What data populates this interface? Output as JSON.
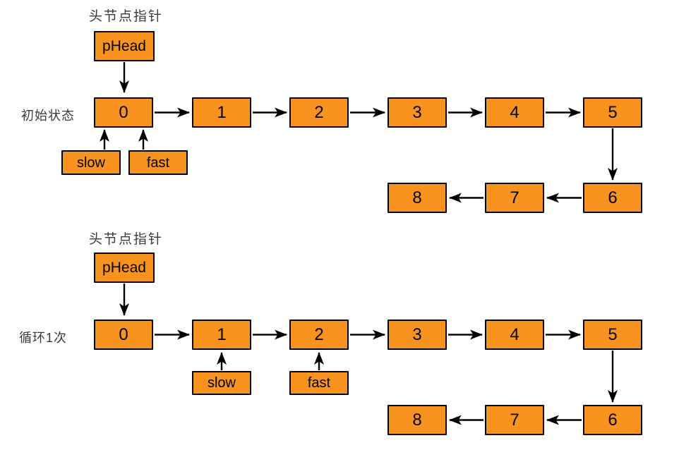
{
  "colors": {
    "node_fill": "#F7931E",
    "node_border": "#000000",
    "label_text": "#3A3A3A",
    "background": "#FFFFFF"
  },
  "diagram": {
    "type": "linked-list-two-pointer",
    "description_visible_text_only": true
  },
  "sections": [
    {
      "pointer_label": "头节点指针",
      "state_label": "初始状态",
      "head_box": "pHead",
      "nodes": [
        "0",
        "1",
        "2",
        "3",
        "4",
        "5",
        "6",
        "7",
        "8"
      ],
      "forward_links": [
        "0→1",
        "1→2",
        "2→3",
        "3→4",
        "4→5",
        "5→6"
      ],
      "backward_links": [
        "6→7",
        "7→8"
      ],
      "pointers": [
        {
          "label": "slow",
          "points_to": "0"
        },
        {
          "label": "fast",
          "points_to": "0"
        }
      ]
    },
    {
      "pointer_label": "头节点指针",
      "state_label": "循环1次",
      "head_box": "pHead",
      "nodes": [
        "0",
        "1",
        "2",
        "3",
        "4",
        "5",
        "6",
        "7",
        "8"
      ],
      "forward_links": [
        "0→1",
        "1→2",
        "2→3",
        "3→4",
        "4→5",
        "5→6"
      ],
      "backward_links": [
        "6→7",
        "7→8"
      ],
      "pointers": [
        {
          "label": "slow",
          "points_to": "1"
        },
        {
          "label": "fast",
          "points_to": "2"
        }
      ]
    }
  ]
}
